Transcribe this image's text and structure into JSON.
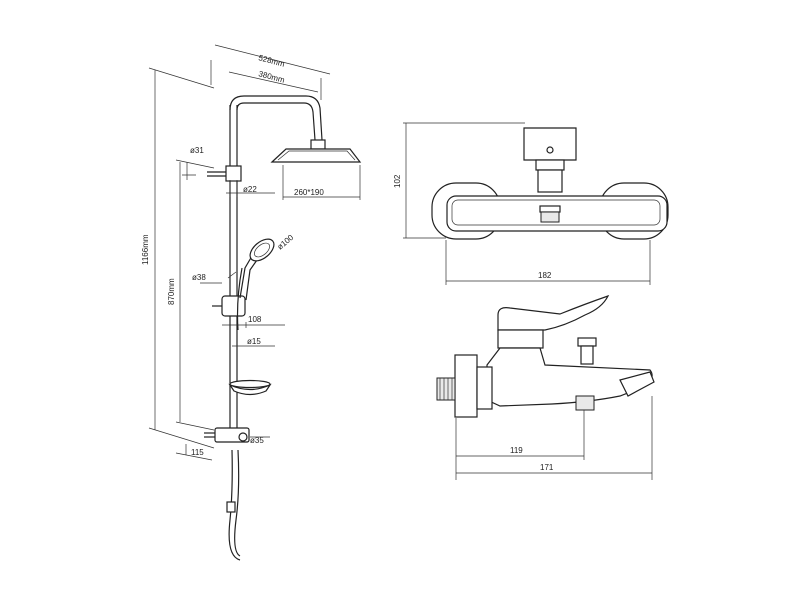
{
  "shower_column": {
    "dim_overall_width": "528mm",
    "dim_arm_length": "380mm",
    "dim_total_height": "1166mm",
    "dim_bar_height": "870mm",
    "dim_arm_diameter": "ø31",
    "dim_rail_diameter": "ø22",
    "dim_head_size": "260*190",
    "dim_hand_shower_diameter": "ø100",
    "dim_slider_diameter": "ø38",
    "dim_hand_shower_offset": "108",
    "dim_hose_diameter": "ø15",
    "dim_diverter_diameter": "ø35",
    "dim_wall_offset": "115"
  },
  "mixer_front": {
    "dim_height": "102",
    "dim_width": "182"
  },
  "mixer_side": {
    "dim_connection": "119",
    "dim_depth": "171"
  }
}
